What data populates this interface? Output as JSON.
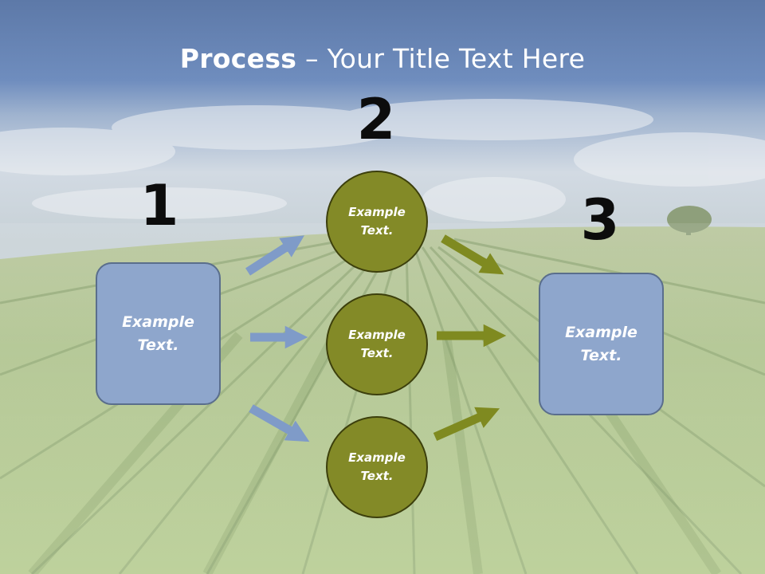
{
  "title": {
    "bold": "Process",
    "rest": " – Your Title Text Here"
  },
  "steps": [
    {
      "number": "1"
    },
    {
      "number": "2"
    },
    {
      "number": "3"
    }
  ],
  "nodes": {
    "left": "Example\nText.",
    "right": "Example\nText.",
    "circles": [
      "Example\nText.",
      "Example\nText.",
      "Example\nText."
    ]
  },
  "colors": {
    "box_fill": "#8ea6cc",
    "box_border": "#5a6e8c",
    "circle_fill": "#838a27",
    "circle_border": "#3c3f0c",
    "arrow_blue": "#7f9bc8",
    "arrow_olive": "#7f8a20",
    "sky": "#6d8bbd"
  }
}
